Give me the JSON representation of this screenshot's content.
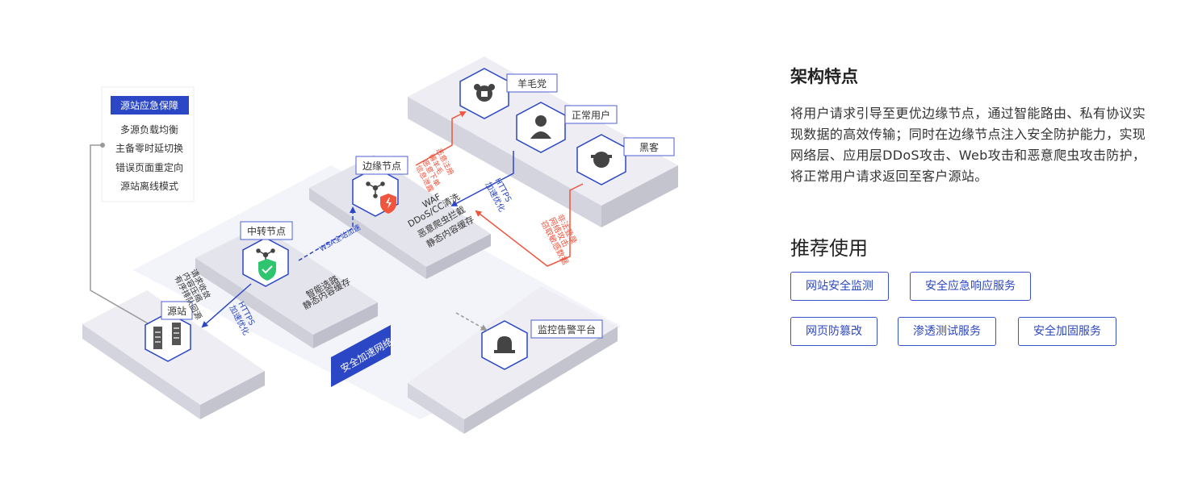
{
  "diagram": {
    "source_emergency": {
      "title": "源站应急保障",
      "items": [
        "多源负载均衡",
        "主备零时延切换",
        "错误页面重定向",
        "源站离线模式"
      ]
    },
    "nodes": {
      "wool_party": "羊毛党",
      "normal_user": "正常用户",
      "hacker": "黑客",
      "edge_node": "边缘节点",
      "relay_node": "中转节点",
      "origin": "源站",
      "monitor": "监控告警平台"
    },
    "edge_features": [
      "WAF",
      "DDoS/CC清洗",
      "恶意爬虫拦截",
      "静态内容缓存"
    ],
    "relay_features": [
      "智能选路",
      "静态内容缓存"
    ],
    "origin_features": [
      "请求收敛",
      "内容压缩",
      "有序排队回源"
    ],
    "wool_attack": [
      "恶意注册",
      "薅羊毛",
      "恶意下单",
      "信息泄露"
    ],
    "hacker_attack": [
      "非法登录",
      "网络攻击",
      "窃取敏感数据"
    ],
    "links": {
      "user_https": "HTTPS",
      "user_accel": "加速优化",
      "wsa_link": "WSA全站加速",
      "origin_https": "HTTPS",
      "origin_accel": "加速优化"
    },
    "network_badge": "安全加速网络",
    "colors": {
      "brand": "#2b47c6",
      "attack": "#f0553e",
      "shield_green": "#2fc46e",
      "slab": "#e9e9f1"
    }
  },
  "architecture": {
    "title": "架构特点",
    "description": "将用户请求引导至更优边缘节点，通过智能路由、私有协议实现数据的高效传输；同时在边缘节点注入安全防护能力，实现网络层、应用层DDoS攻击、Web攻击和恶意爬虫攻击防护，将正常用户请求返回至客户源站。"
  },
  "recommend": {
    "title": "推荐使用",
    "tags": [
      "网站安全监测",
      "安全应急响应服务",
      "网页防篡改",
      "渗透测试服务",
      "安全加固服务"
    ]
  }
}
